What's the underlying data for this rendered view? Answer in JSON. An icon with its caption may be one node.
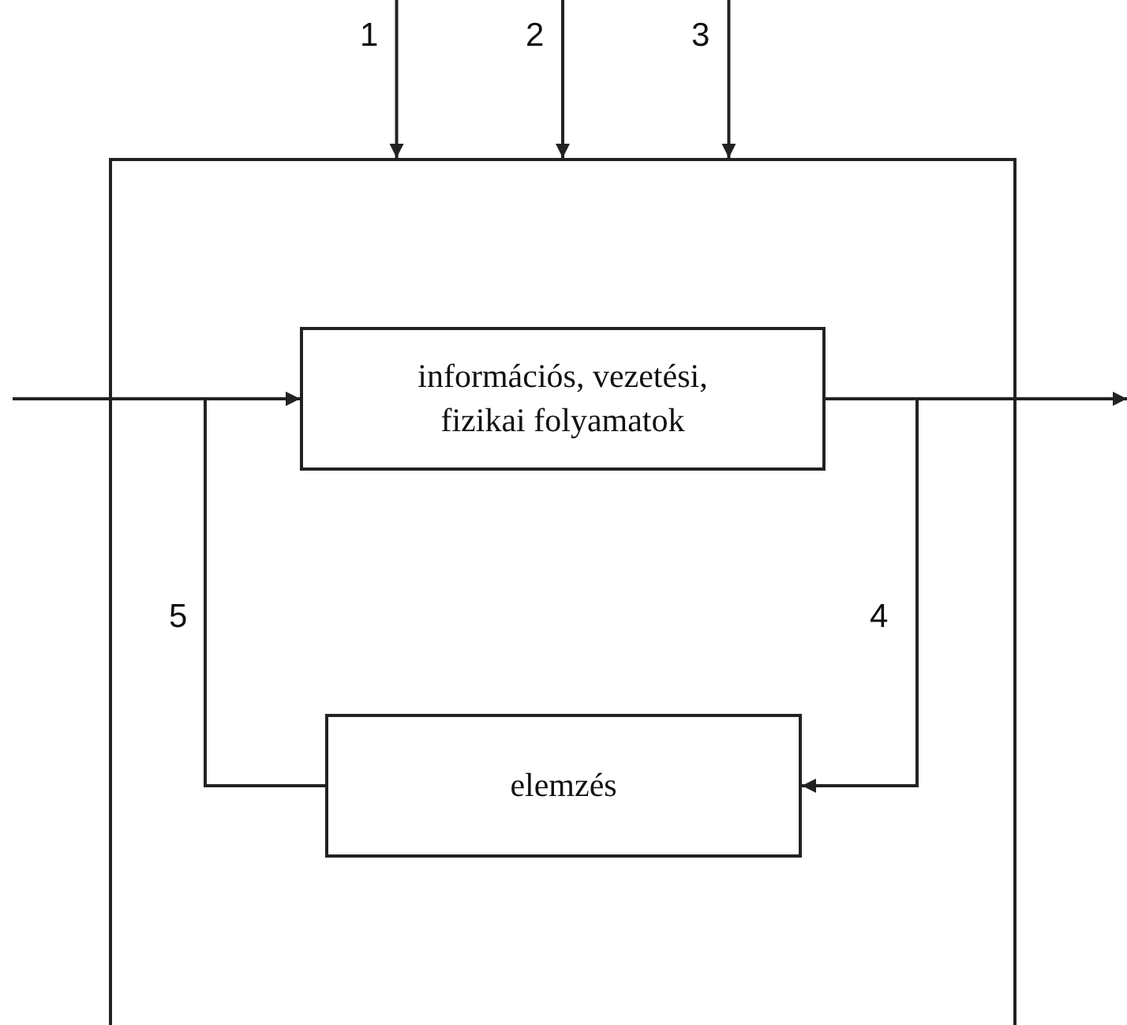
{
  "diagram": {
    "nodes": [
      {
        "text": [],
        "shape": "box"
      },
      {
        "text": [
          "információs, vezetési, fizikai folyamatok"
        ],
        "in": 0
      },
      {
        "text": [
          "elemzés"
        ],
        "in": 0
      }
    ],
    "edges": [
      {
        "from": null,
        "to": 0,
        "arrow": "to",
        "label": "1"
      },
      {
        "from": null,
        "to": 0,
        "arrow": "to",
        "label": "2"
      },
      {
        "from": null,
        "to": 0,
        "arrow": "to",
        "label": "3"
      },
      {
        "from": null,
        "to": 1,
        "arrow": "to"
      },
      {
        "from": 1,
        "to": null,
        "arrow": "to"
      },
      {
        "from": 1,
        "to": 2,
        "arrow": "to",
        "label": "4"
      },
      {
        "from": 2,
        "to": 1,
        "arrow": "to",
        "label": "5"
      }
    ]
  }
}
